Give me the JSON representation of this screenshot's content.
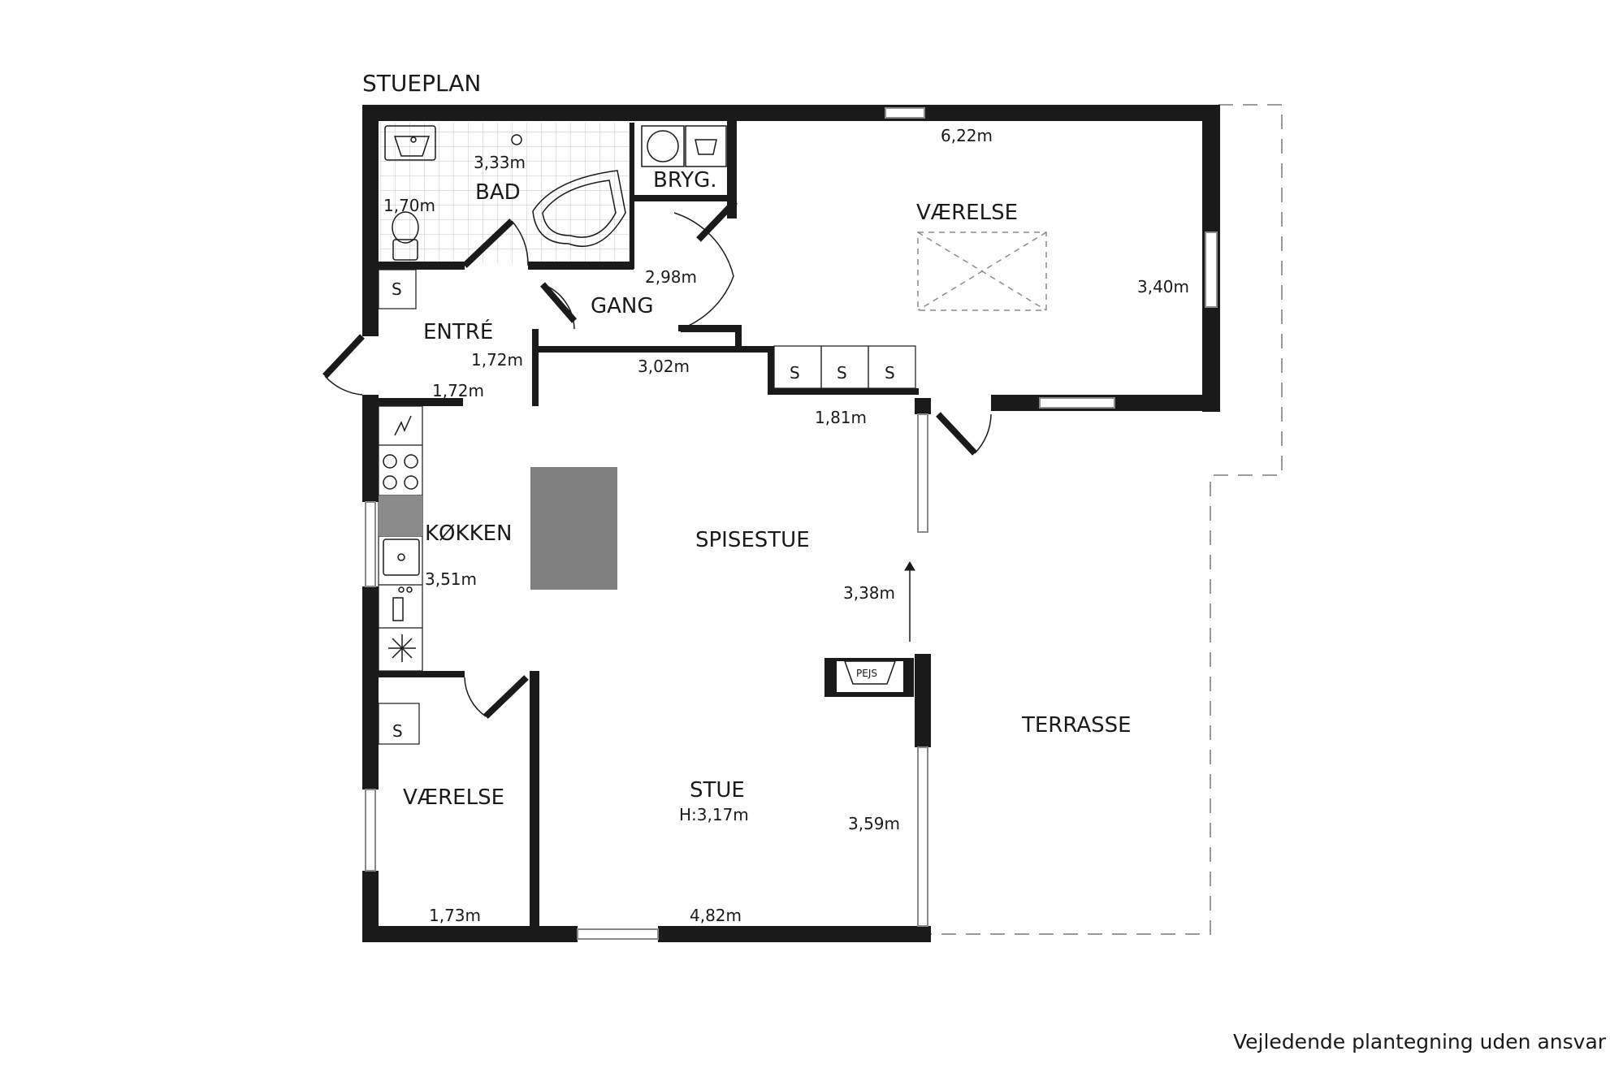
{
  "title": "STUEPLAN",
  "footer": "Vejledende plantegning uden ansvar",
  "colors": {
    "wall": "#1a1a1a",
    "window": "#8a8a8a",
    "island": "#808080",
    "tile": "#cfcfcf",
    "dashed": "#9a9a9a"
  },
  "rooms": {
    "bad": "BAD",
    "bryg": "BRYG.",
    "vaerelse_top": "VÆRELSE",
    "gang": "GANG",
    "entre": "ENTRÉ",
    "koekken": "KØKKEN",
    "spisestue": "SPISESTUE",
    "terrasse": "TERRASSE",
    "vaerelse_bottom": "VÆRELSE",
    "stue": "STUE",
    "stue_height": "H:3,17m"
  },
  "dimensions": {
    "bad_width": "3,33m",
    "bad_height": "1,70m",
    "vaerelse_width": "6,22m",
    "vaerelse_height": "3,40m",
    "gang": "2,98m",
    "entre_1": "1,72m",
    "entre_2": "1,72m",
    "spisestue_width": "3,02m",
    "closet_width": "1,81m",
    "spisestue_height": "3,38m",
    "koekken": "3,51m",
    "vaerelse2_width": "1,73m",
    "stue_width": "4,82m",
    "stue_height": "3,59m"
  },
  "fixtures": {
    "storage": "S",
    "fireplace": "PEJS"
  }
}
